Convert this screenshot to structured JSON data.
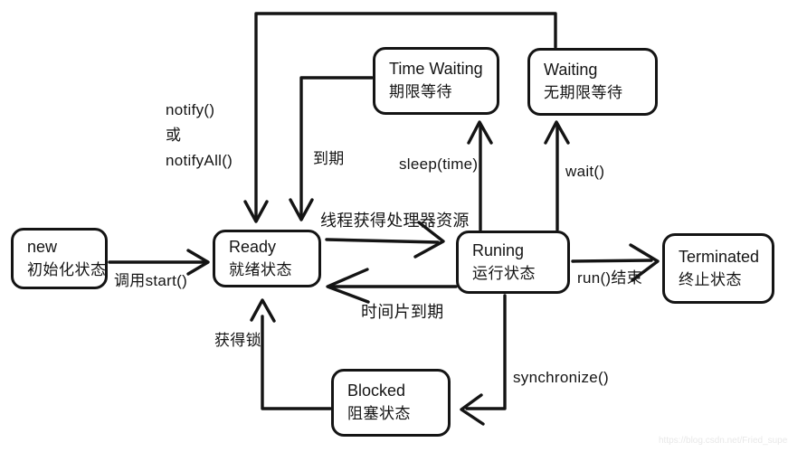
{
  "diagram": {
    "nodes": {
      "new": {
        "title": "new",
        "subtitle": "初始化状态"
      },
      "ready": {
        "title": "Ready",
        "subtitle": "就绪状态"
      },
      "running": {
        "title": "Runing",
        "subtitle": "运行状态"
      },
      "terminated": {
        "title": "Terminated",
        "subtitle": "终止状态"
      },
      "time_waiting": {
        "title": "Time Waiting",
        "subtitle": "期限等待"
      },
      "waiting": {
        "title": "Waiting",
        "subtitle": "无期限等待"
      },
      "blocked": {
        "title": "Blocked",
        "subtitle": "阻塞状态"
      }
    },
    "edges": {
      "start": {
        "label": "调用start()"
      },
      "notify": {
        "label_lines": [
          "notify()",
          "或",
          "notifyAll()"
        ]
      },
      "expire": {
        "label": "到期"
      },
      "acquire_cpu": {
        "label": "线程获得处理器资源"
      },
      "timeslice": {
        "label": "时间片到期"
      },
      "sleep": {
        "label": "sleep(time)"
      },
      "wait": {
        "label": "wait()"
      },
      "run_end": {
        "label": "run()结束"
      },
      "synchronize": {
        "label": "synchronize()"
      },
      "acquire_lock": {
        "label": "获得锁"
      }
    },
    "watermark": "https://blog.csdn.net/Fried_super",
    "colors": {
      "stroke": "#141414",
      "background": "#ffffff",
      "watermark": "#e8e8e8"
    }
  }
}
